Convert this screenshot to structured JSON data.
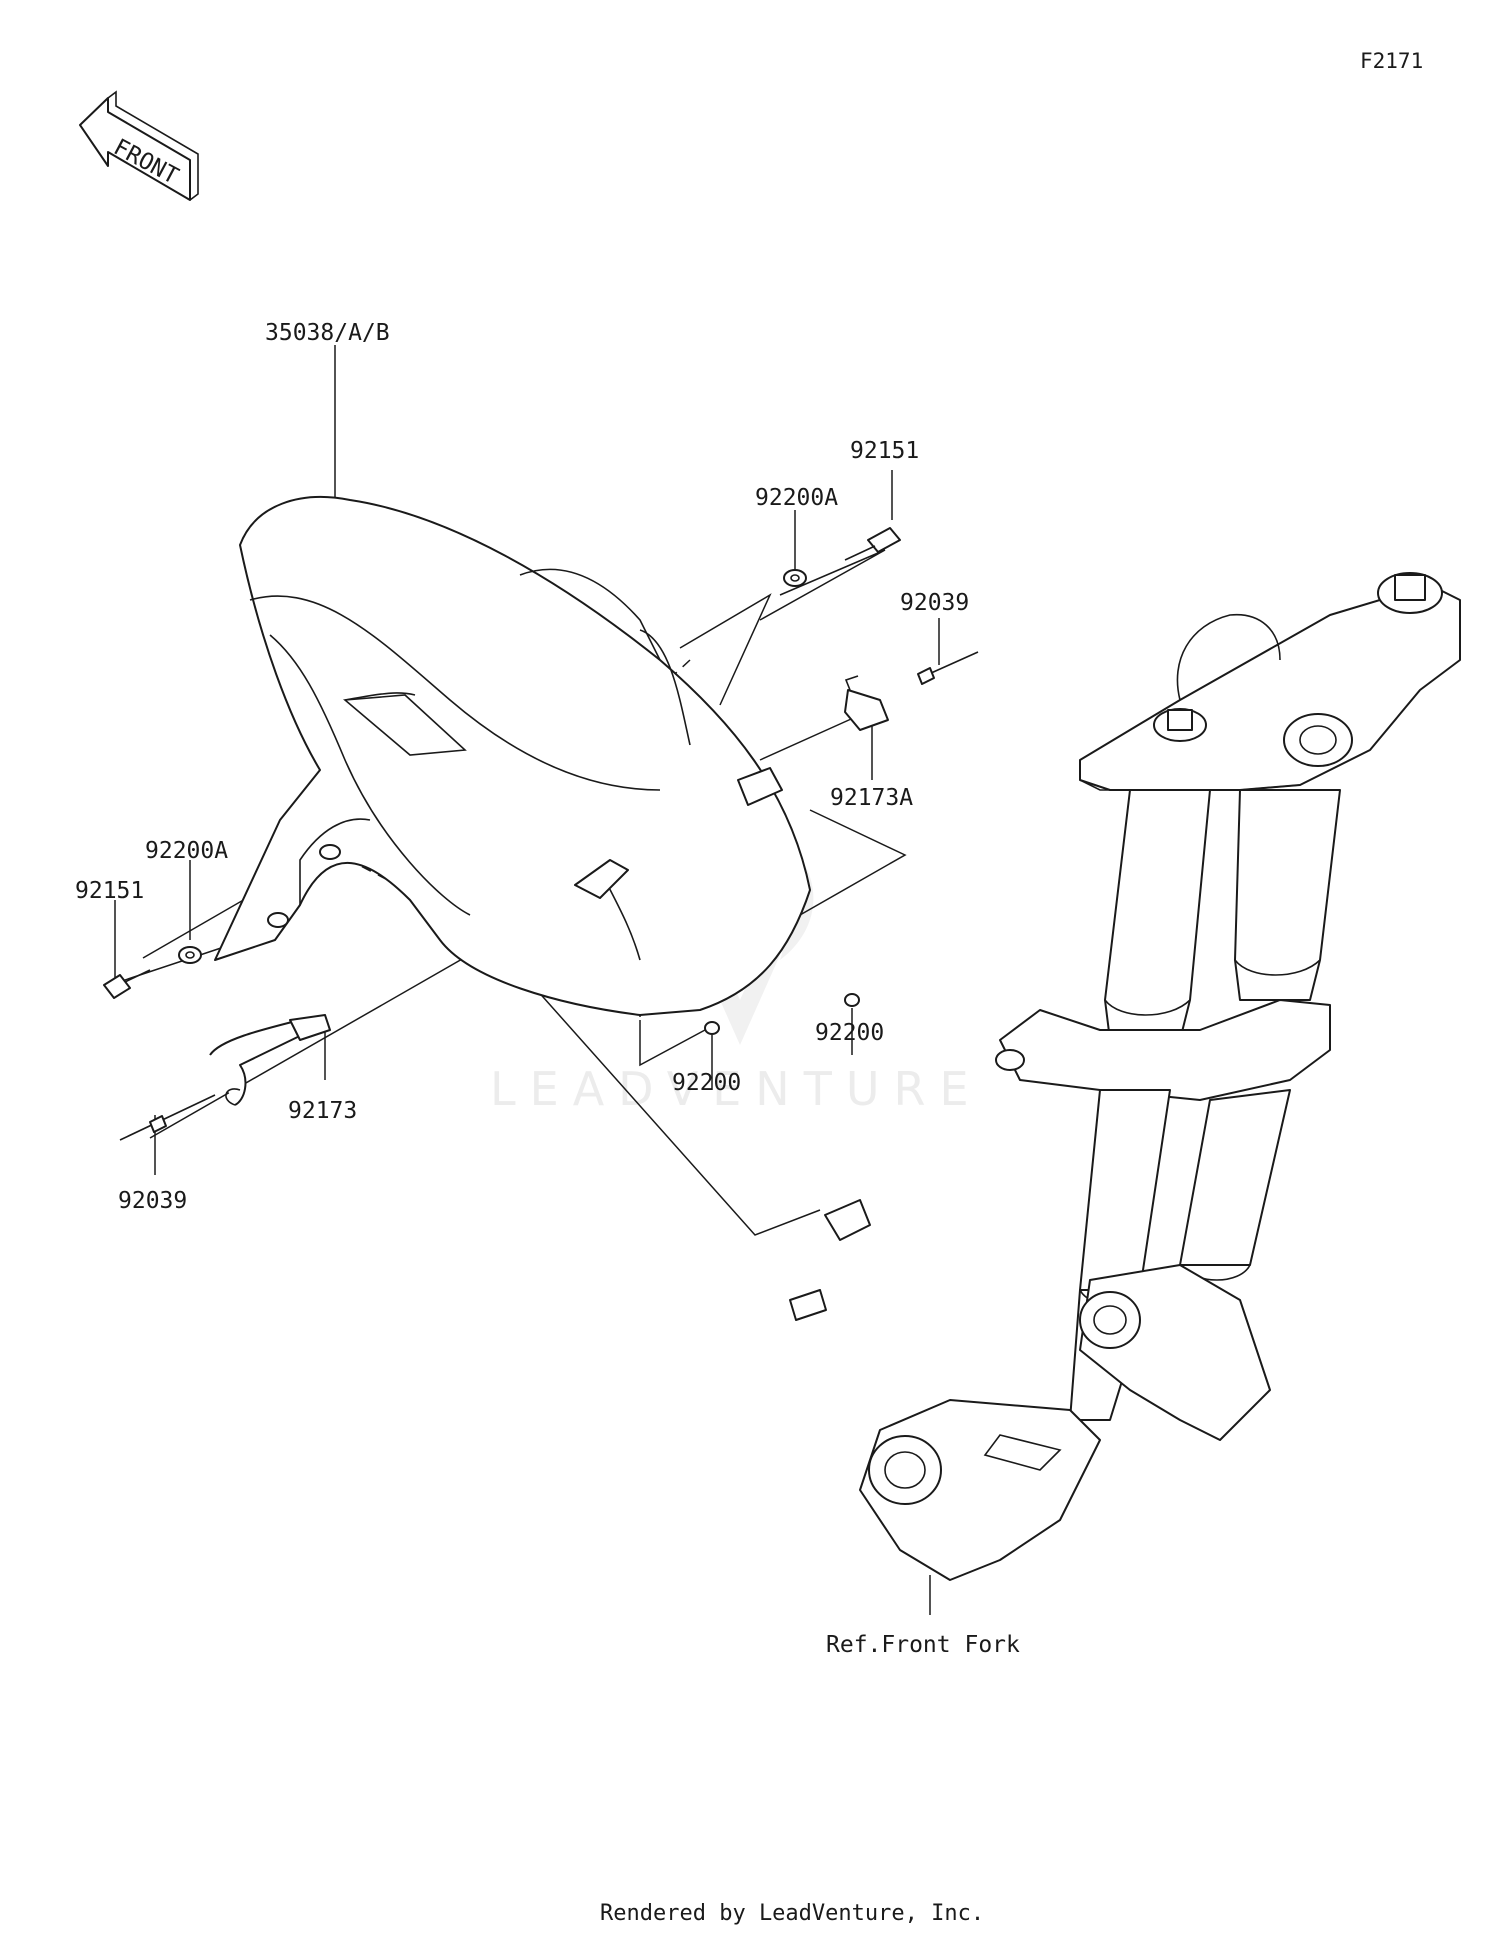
{
  "diagram_code": "F2171",
  "front_indicator": "FRONT",
  "callouts": {
    "fender": "35038/A/B",
    "bolt_right": "92151",
    "washer_right": "92200A",
    "pin_right": "92039",
    "clamp_right": "92173A",
    "washer_left": "92200A",
    "bolt_left": "92151",
    "nut_right": "92200",
    "nut_center": "92200",
    "clamp_left": "92173",
    "pin_left": "92039",
    "ref_front_fork": "Ref.Front Fork"
  },
  "watermark": "LEADVENTURE",
  "footer": "Rendered by LeadVenture, Inc.",
  "colors": {
    "ink": "#1a1a1a",
    "background": "#ffffff",
    "watermark": "#ececec"
  }
}
